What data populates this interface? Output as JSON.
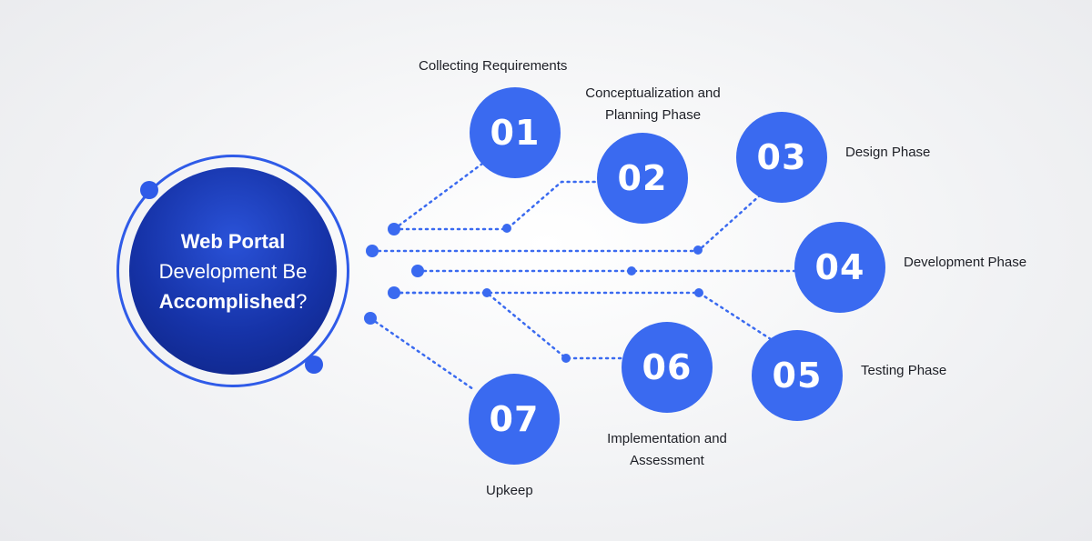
{
  "hub": {
    "line1": "Web Portal",
    "line2": "Development Be",
    "line3_bold": "Accomplished",
    "line3_suffix": "?"
  },
  "steps": [
    {
      "number": "01",
      "label": "Collecting Requirements"
    },
    {
      "number": "02",
      "label_line1": "Conceptualization and",
      "label_line2": "Planning Phase"
    },
    {
      "number": "03",
      "label": "Design Phase"
    },
    {
      "number": "04",
      "label": "Development Phase"
    },
    {
      "number": "05",
      "label": "Testing Phase"
    },
    {
      "number": "06",
      "label_line1": "Implementation and",
      "label_line2": "Assessment"
    },
    {
      "number": "07",
      "label": "Upkeep"
    }
  ],
  "colors": {
    "node": "#3a6af0",
    "hub": "#1633a8",
    "connector": "#3a6af0",
    "text": "#1d1f26"
  }
}
